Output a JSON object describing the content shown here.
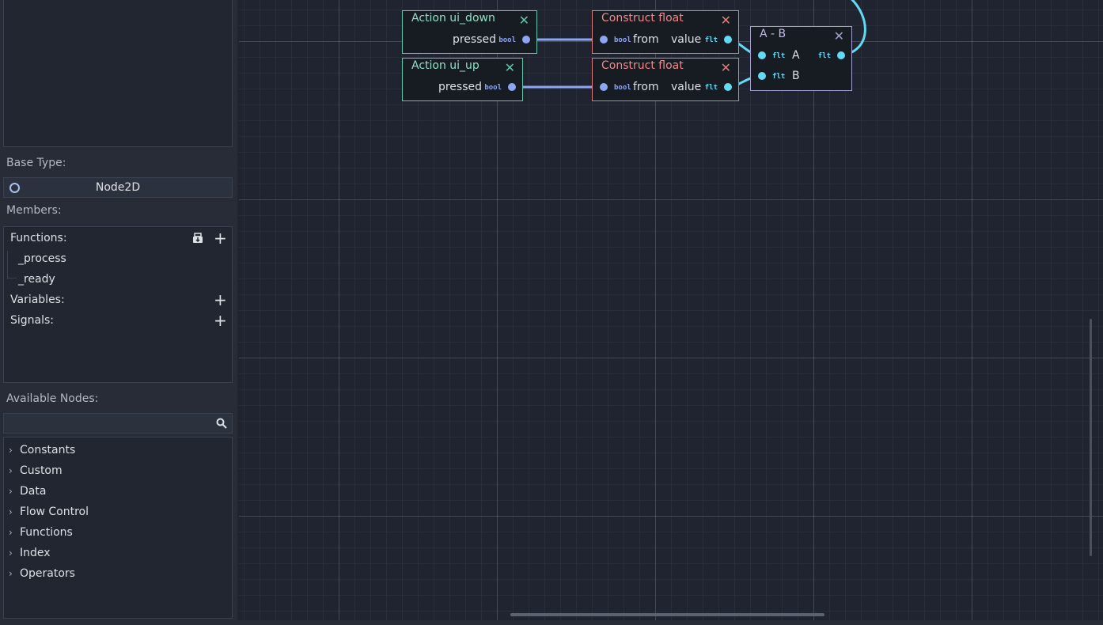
{
  "sidebar": {
    "base_type_label": "Base Type:",
    "base_type_value": "Node2D",
    "members_label": "Members:",
    "functions_label": "Functions:",
    "functions": [
      "_process",
      "_ready"
    ],
    "variables_label": "Variables:",
    "signals_label": "Signals:",
    "available_nodes_label": "Available Nodes:",
    "search_placeholder": "",
    "categories": [
      "Constants",
      "Custom",
      "Data",
      "Flow Control",
      "Functions",
      "Index",
      "Operators"
    ]
  },
  "graph": {
    "action_down": {
      "title": "Action ui_down",
      "port": "pressed",
      "type": "bool"
    },
    "action_up": {
      "title": "Action ui_up",
      "port": "pressed",
      "type": "bool"
    },
    "construct_1": {
      "title": "Construct float",
      "in_type": "bool",
      "in_label": "from",
      "out_label": "value",
      "out_type": "flt"
    },
    "construct_2": {
      "title": "Construct float",
      "in_type": "bool",
      "in_label": "from",
      "out_label": "value",
      "out_type": "flt"
    },
    "subtract": {
      "title": "A - B",
      "in_a_type": "flt",
      "in_a": "A",
      "in_b_type": "flt",
      "in_b": "B",
      "out_type": "flt"
    }
  },
  "colors": {
    "action_border": "#5fc8a8",
    "action_title": "#8fe0c4",
    "construct_border": "#e07c7c",
    "construct_title": "#f08a8a",
    "operator_border": "#a59fcf",
    "operator_title": "#c0b8e6",
    "bool_port": "#8da5f3",
    "float_port": "#61daf3"
  }
}
